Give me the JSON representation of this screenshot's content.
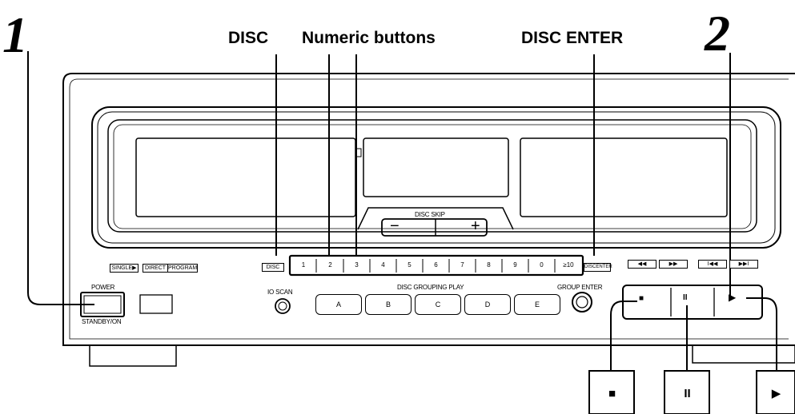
{
  "steps": {
    "step1": "1",
    "step2": "2"
  },
  "callouts": {
    "disc": "DISC",
    "numeric": "Numeric buttons",
    "disc_enter": "DISC ENTER"
  },
  "mode_buttons": {
    "single": "SINGLE▶",
    "direct": "DIRECT",
    "program": "PROGRAM"
  },
  "disc_button": "DISC",
  "numeric_keys": [
    "1",
    "2",
    "3",
    "4",
    "5",
    "6",
    "7",
    "8",
    "9",
    "0",
    "≥10"
  ],
  "disc_enter_button": "DISCENTER",
  "disc_skip": {
    "label": "DISC SKIP",
    "minus": "−",
    "plus": "+"
  },
  "transport_small": [
    "◀◀",
    "▶▶",
    "I◀◀",
    "▶▶I"
  ],
  "power": {
    "label": "POWER",
    "sub": "STANDBY/ON"
  },
  "io_scan": "IO SCAN",
  "grouping": {
    "label": "DISC GROUPING PLAY",
    "buttons": [
      "A",
      "B",
      "C",
      "D",
      "E"
    ]
  },
  "group_enter": "GROUP ENTER",
  "control_panel": {
    "stop": "■",
    "pause": "II",
    "play": "▶"
  },
  "enlarged_buttons": {
    "stop": "■",
    "pause": "II",
    "play": "▶"
  }
}
